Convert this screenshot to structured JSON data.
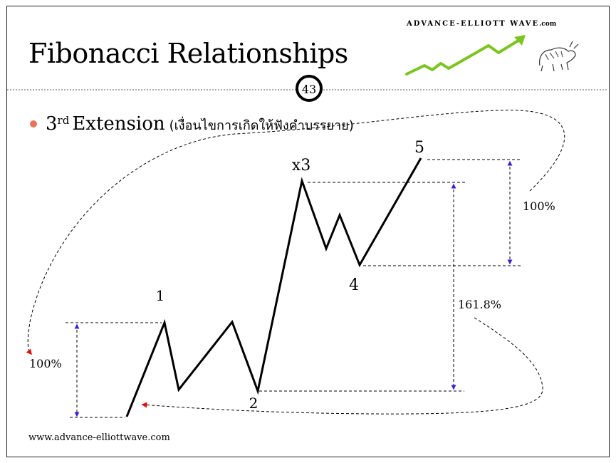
{
  "title": "Fibonacci Relationships",
  "page_number": "43",
  "logo": {
    "text": "ADVANCE-ELLIOTT WAVE",
    "suffix": ".com",
    "icon": "bull-icon",
    "accent_color": "#7cc41f"
  },
  "bullet": {
    "number": "3",
    "ordinal_suffix": "rd",
    "heading": "Extension",
    "note": "(เงื่อนไขการเกิดให้ฟังคำบรรยาย)",
    "bullet_color": "#e8735a"
  },
  "wave_labels": {
    "w1": "1",
    "w2": "2",
    "w3": "x3",
    "w4": "4",
    "w5": "5"
  },
  "measurements": {
    "wave1_pct": "100%",
    "wave3_pct": "161.8%",
    "wave5_pct": "100%"
  },
  "arrow_colors": {
    "measure": "#3a1fd6",
    "pointer": "#e01010"
  },
  "footer": "www.advance-elliottwave.com"
}
